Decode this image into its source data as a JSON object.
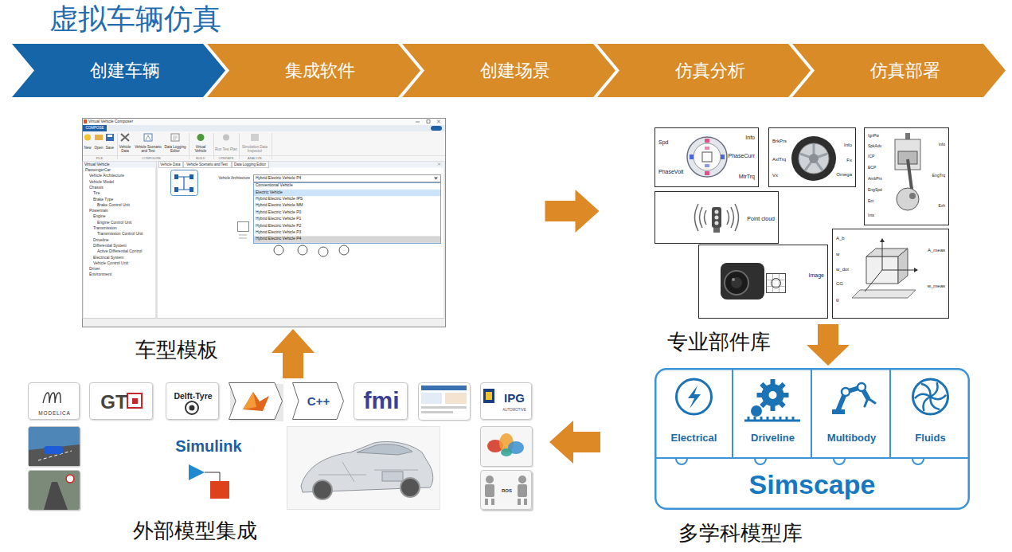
{
  "diagram": {
    "title": "虚拟车辆仿真",
    "nodes": [
      {
        "text": [
          "创建车辆"
        ]
      },
      {
        "text": [
          "集成软件"
        ]
      },
      {
        "text": [
          "创建场景"
        ]
      },
      {
        "text": [
          "仿真分析"
        ]
      },
      {
        "text": [
          "仿真部署"
        ]
      },
      {
        "text": [
          "车型模板"
        ]
      },
      {
        "text": [
          "专业部件库"
        ]
      },
      {
        "text": [
          "Spd",
          "PhaseVolt",
          "Info",
          "PhaseCurr",
          "MtrTrq"
        ],
        "in": 6
      },
      {
        "text": [
          "BrkPrs",
          "AxlTrq",
          "Vx",
          "Info",
          "Fx",
          "Omega"
        ],
        "in": 6
      },
      {
        "text": [
          "IgnPw",
          "SpkAdv",
          "ICP",
          "ECP",
          "AmbPrs",
          "EngSpd",
          "Ect",
          "Ints",
          "Info",
          "EngTrq",
          "Exh"
        ],
        "in": 6
      },
      {
        "text": [
          "Point cloud"
        ],
        "in": 6
      },
      {
        "text": [
          "A_b",
          "w",
          "w_dot",
          "CG",
          "g",
          "A_meas",
          "w_meas"
        ],
        "in": 6
      },
      {
        "text": [
          "Image"
        ],
        "in": 6
      },
      {
        "text": [
          "外部模型集成"
        ]
      },
      {
        "text": [
          "MODELICA"
        ],
        "in": 13
      },
      {
        "text": [
          "GT"
        ],
        "in": 13
      },
      {
        "text": [
          "Delft-Tyre"
        ],
        "in": 13
      },
      {
        "text": [
          "C++"
        ],
        "in": 13
      },
      {
        "text": [
          "fmi"
        ],
        "in": 13
      },
      {
        "text": [
          "IPG",
          "AUTOMOTIVE"
        ],
        "in": 13
      },
      {
        "text": [
          "ROS"
        ],
        "in": 13
      },
      {
        "text": [
          "Simscape",
          "多学科模型库"
        ]
      },
      {
        "text": [
          "Electrical"
        ],
        "in": 21
      },
      {
        "text": [
          "Driveline"
        ],
        "in": 21
      },
      {
        "text": [
          "Multibody"
        ],
        "in": 21
      },
      {
        "text": [
          "Fluids"
        ],
        "in": 21
      }
    ],
    "edges": [
      {
        "from": 13,
        "to": 5,
        "arrow": "to"
      },
      {
        "from": 5,
        "to": 6,
        "arrow": "to"
      },
      {
        "from": 6,
        "to": 21,
        "arrow": "to"
      },
      {
        "from": 21,
        "to": 13,
        "arrow": "to"
      }
    ],
    "labels": [
      "Virtual Vehicle Composer",
      "COMPOSE",
      "New",
      "Open",
      "Save",
      "Vehicle Data",
      "Vehicle Scenario and Test",
      "Data Logging Editor",
      "Virtual Vehicle",
      "Run Test Plan",
      "Simulation Data Inspector",
      "FILE",
      "CONFIGURE",
      "BUILD",
      "OPERATE",
      "ANALYZE",
      "Virtual Vehicle",
      "PassengerCar",
      "Vehicle Architecture",
      "Vehicle Model",
      "Chassis",
      "Tire",
      "Brake Type",
      "Brake Control Unit",
      "Powertrain",
      "Engine",
      "Engine Control Unit",
      "Transmission",
      "Transmission Control Unit",
      "Driveline",
      "Differential System",
      "Active Differential Control",
      "Electrical System",
      "Vehicle Control Unit",
      "Driver",
      "Environment",
      "Vehicle Data",
      "Vehicle Scenario and Test",
      "Data Logging Editor",
      "Vehicle Architecture",
      "Hybrid Electric Vehicle P4",
      "Conventional Vehicle",
      "Electric Vehicle",
      "Hybrid Electric Vehicle IPS",
      "Hybrid Electric Vehicle MM",
      "Hybrid Electric Vehicle P0",
      "Hybrid Electric Vehicle P1",
      "Hybrid Electric Vehicle P2",
      "Hybrid Electric Vehicle P3",
      "Hybrid Electric Vehicle P4",
      "Simulink"
    ]
  }
}
